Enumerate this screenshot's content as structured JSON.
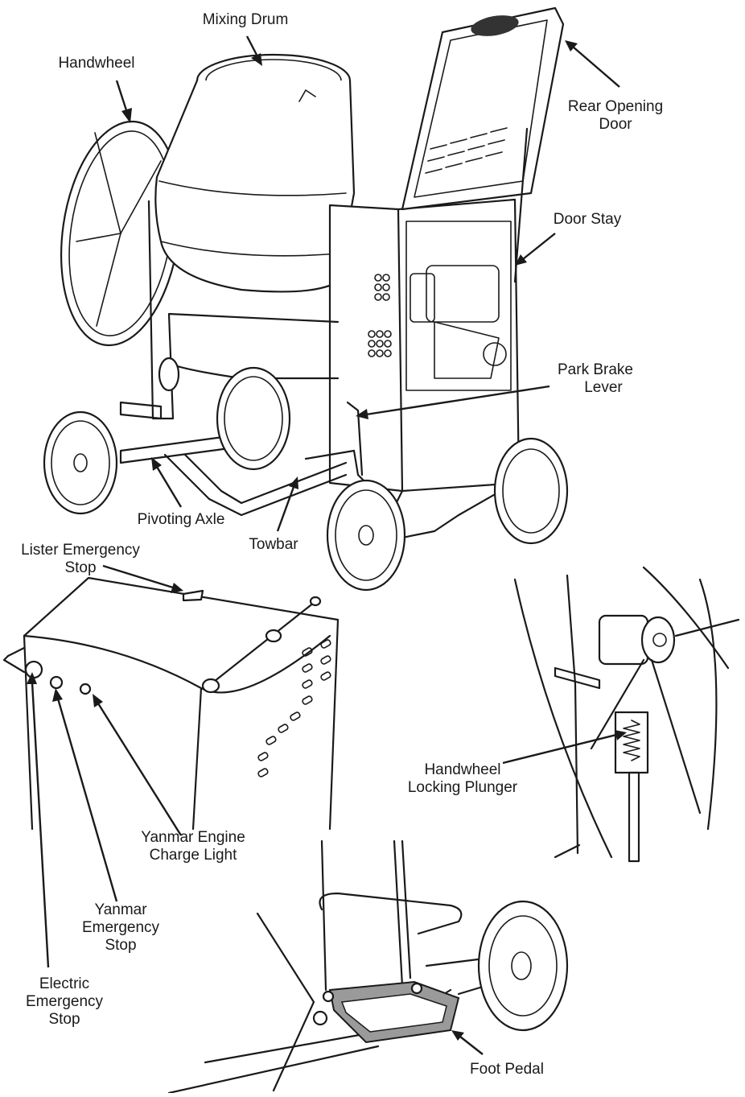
{
  "colors": {
    "line": "#1a1a1a",
    "background": "#ffffff",
    "pedal": "#9a9a9a"
  },
  "labels": {
    "mixing_drum": "Mixing Drum",
    "handwheel": "Handwheel",
    "rear_opening_door": [
      "Rear Opening",
      "Door"
    ],
    "door_stay": "Door Stay",
    "park_brake_lever": [
      "Park Brake",
      "Lever"
    ],
    "pivoting_axle": "Pivoting Axle",
    "towbar": "Towbar",
    "lister_emergency_stop": [
      "Lister Emergency",
      "Stop"
    ],
    "handwheel_locking_plunger": [
      "Handwheel",
      "Locking Plunger"
    ],
    "yanmar_engine_charge_light": [
      "Yanmar Engine",
      "Charge Light"
    ],
    "yanmar_emergency_stop": [
      "Yanmar",
      "Emergency",
      "Stop"
    ],
    "electric_emergency_stop": [
      "Electric",
      "Emergency",
      "Stop"
    ],
    "foot_pedal": "Foot Pedal"
  }
}
